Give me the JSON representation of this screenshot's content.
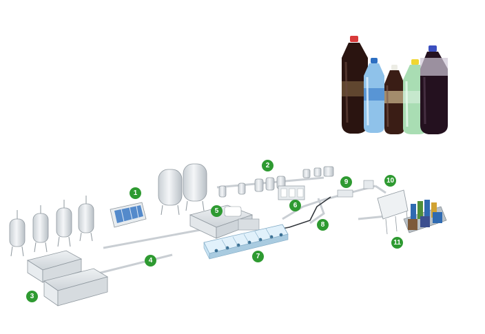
{
  "colors": {
    "badge": "#2e9a31",
    "equipment": "#dde2e6",
    "equipment_stroke": "#8e979e",
    "conveyor": "#c9ced3",
    "accent_blue": "#3a79c4",
    "cola": "#2b1510"
  },
  "stations": [
    {
      "id": "1",
      "label": "1"
    },
    {
      "id": "2",
      "label": "2"
    },
    {
      "id": "3",
      "label": "3"
    },
    {
      "id": "4",
      "label": "4"
    },
    {
      "id": "5",
      "label": "5"
    },
    {
      "id": "6",
      "label": "6"
    },
    {
      "id": "7",
      "label": "7"
    },
    {
      "id": "8",
      "label": "8"
    },
    {
      "id": "9",
      "label": "9"
    },
    {
      "id": "10",
      "label": "10"
    },
    {
      "id": "11",
      "label": "11"
    }
  ],
  "bottles": [
    {
      "name": "cola-large",
      "body": "#2a1410",
      "cap": "#d83a3a",
      "label": "#c7a469"
    },
    {
      "name": "water-blue",
      "body": "#8fc2ea",
      "cap": "#2d6fc2",
      "label": "#4a8ad0"
    },
    {
      "name": "cola-small",
      "body": "#3a1d15",
      "cap": "#ecece4",
      "label": "#c7b28a"
    },
    {
      "name": "lime-green",
      "body": "#a9ddb3",
      "cap": "#f0d632",
      "label": "#c9e9cf"
    },
    {
      "name": "cola-purple",
      "body": "#24111f",
      "cap": "#3b4fbf",
      "label": "#cfc6d6"
    }
  ]
}
